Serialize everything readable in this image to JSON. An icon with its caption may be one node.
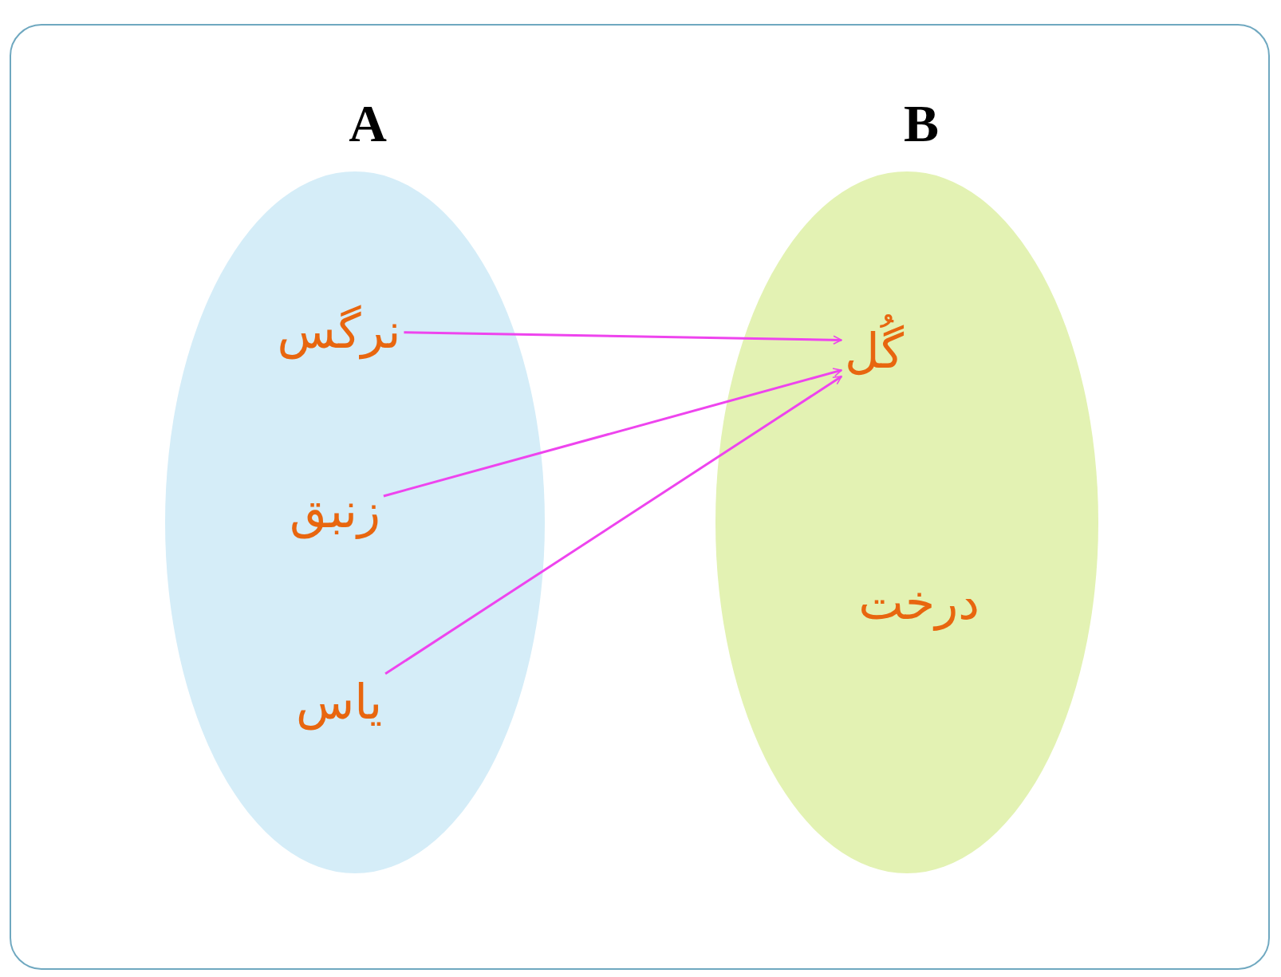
{
  "diagram": {
    "nodes": [
      {
        "text": [
          "A"
        ]
      },
      {
        "text": [
          "نرگس"
        ],
        "in": 0
      },
      {
        "text": [
          "زنبق"
        ],
        "in": 0
      },
      {
        "text": [
          "یاس"
        ],
        "in": 0
      },
      {
        "text": [
          "B"
        ]
      },
      {
        "text": [
          "گُل"
        ],
        "in": 4
      },
      {
        "text": [
          "درخت"
        ],
        "in": 4
      }
    ],
    "edges": [
      {
        "from": 1,
        "to": 5,
        "arrow": "to"
      },
      {
        "from": 2,
        "to": 5,
        "arrow": "to"
      },
      {
        "from": 3,
        "to": 5,
        "arrow": "to"
      }
    ]
  }
}
